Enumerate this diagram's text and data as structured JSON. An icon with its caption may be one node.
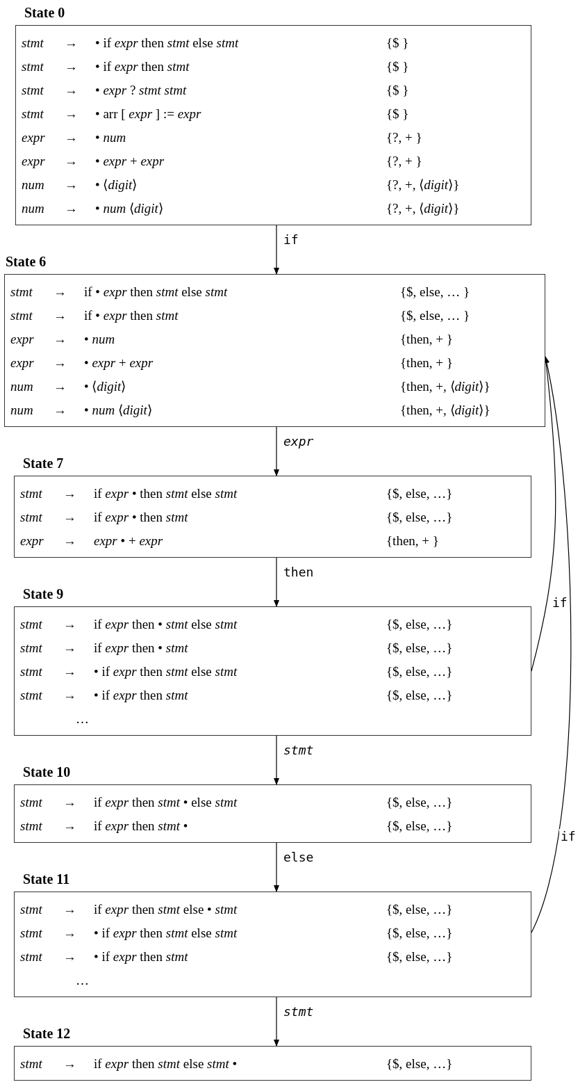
{
  "diagram": {
    "nodes": [
      {
        "text": [
          "State 0",
          "stmt",
          "→",
          "• if *expr* then *stmt* else *stmt*",
          "{$ }",
          "stmt",
          "→",
          "• if *expr* then *stmt*",
          "{$ }",
          "stmt",
          "→",
          "• *expr* ? *stmt* *stmt*",
          "{$ }",
          "stmt",
          "→",
          "• arr [ *expr* ] := *expr*",
          "{$ }",
          "expr",
          "→",
          "• *num*",
          "{?, + }",
          "expr",
          "→",
          "• *expr* + *expr*",
          "{?, + }",
          "num",
          "→",
          "• ⟨*digit*⟩",
          "{?, +, ⟨*digit*⟩}",
          "num",
          "→",
          "• *num* ⟨*digit*⟩",
          "{?, +, ⟨*digit*⟩}"
        ]
      },
      {
        "text": [
          "State 6",
          "stmt",
          "→",
          "if • *expr* then *stmt* else *stmt*",
          "{$, else, … }",
          "stmt",
          "→",
          "if • *expr* then *stmt*",
          "{$, else, … }",
          "expr",
          "→",
          "• *num*",
          "{then, + }",
          "expr",
          "→",
          "• *expr* + *expr*",
          "{then, + }",
          "num",
          "→",
          "• ⟨*digit*⟩",
          "{then, +, ⟨*digit*⟩}",
          "num",
          "→",
          "• *num* ⟨*digit*⟩",
          "{then, +, ⟨*digit*⟩}"
        ]
      },
      {
        "text": [
          "State 7",
          "stmt",
          "→",
          "if *expr* • then *stmt* else *stmt*",
          "{$, else, …}",
          "stmt",
          "→",
          "if *expr* • then *stmt*",
          "{$, else, …}",
          "expr",
          "→",
          "*expr* • + *expr*",
          "{then, + }"
        ]
      },
      {
        "text": [
          "State 9",
          "stmt",
          "→",
          "if *expr* then • *stmt* else *stmt*",
          "{$, else, …}",
          "stmt",
          "→",
          "if *expr* then • *stmt*",
          "{$, else, …}",
          "stmt",
          "→",
          "• if *expr* then *stmt* else *stmt*",
          "{$, else, …}",
          "stmt",
          "→",
          "• if *expr* then *stmt*",
          "{$, else, …}",
          "…"
        ]
      },
      {
        "text": [
          "State 10",
          "stmt",
          "→",
          "if *expr* then *stmt* • else *stmt*",
          "{$, else, …}",
          "stmt",
          "→",
          "if *expr* then *stmt* •",
          "{$, else, …}"
        ]
      },
      {
        "text": [
          "State 11",
          "stmt",
          "→",
          "if *expr* then *stmt* else • *stmt*",
          "{$, else, …}",
          "stmt",
          "→",
          "• if *expr* then *stmt* else *stmt*",
          "{$, else, …}",
          "stmt",
          "→",
          "• if *expr* then *stmt*",
          "{$, else, …}",
          "…"
        ]
      },
      {
        "text": [
          "State 12",
          "stmt",
          "→",
          "if *expr* then *stmt* else *stmt* •",
          "{$, else, …}"
        ]
      }
    ],
    "edges": [
      {
        "from": 0,
        "to": 1,
        "arrow": "to",
        "label": "if"
      },
      {
        "from": 1,
        "to": 2,
        "arrow": "to",
        "label": "*expr*"
      },
      {
        "from": 2,
        "to": 3,
        "arrow": "to",
        "label": "then"
      },
      {
        "from": 3,
        "to": 4,
        "arrow": "to",
        "label": "*stmt*"
      },
      {
        "from": 4,
        "to": 5,
        "arrow": "to",
        "label": "else"
      },
      {
        "from": 5,
        "to": 6,
        "arrow": "to",
        "label": "*stmt*"
      },
      {
        "from": 3,
        "to": 1,
        "arrow": "to",
        "label": "if"
      },
      {
        "from": 5,
        "to": 1,
        "arrow": "to",
        "label": "if"
      }
    ]
  }
}
